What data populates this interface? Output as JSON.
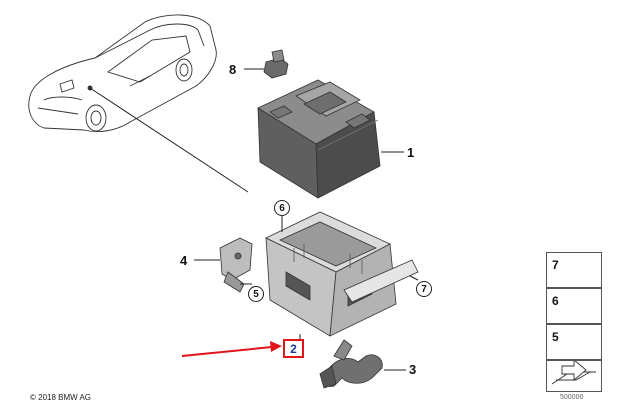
{
  "callouts": {
    "c1": "1",
    "c2": "2",
    "c3": "3",
    "c4": "4",
    "c8": "8"
  },
  "circled": {
    "c5": "5",
    "c6": "6",
    "c7": "7"
  },
  "side_parts": [
    "7",
    "6",
    "5"
  ],
  "colors": {
    "highlight": "#e0141b",
    "selected_number": "#1b3b9a"
  },
  "footer": {
    "copyright": "© 2018 BMW AG",
    "diagram_number": "500000"
  }
}
